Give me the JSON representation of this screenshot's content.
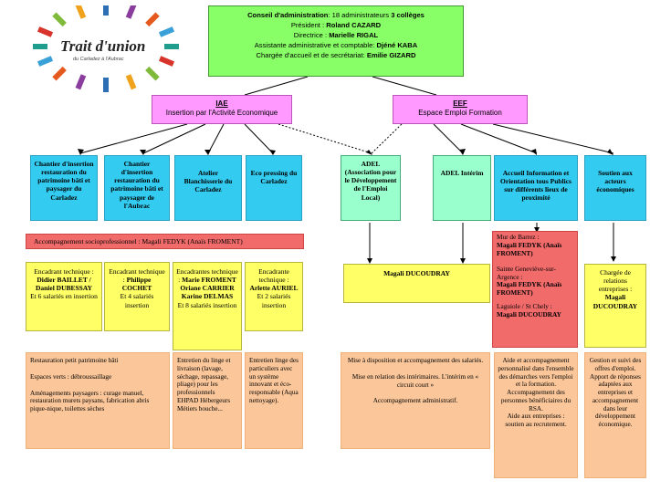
{
  "logo": {
    "title": "Trait d'union",
    "subtitle": "du Carladez à l'Aubrac",
    "ray_colors": [
      "#1f9e8e",
      "#d9342b",
      "#7fba3a",
      "#f0a21c",
      "#2c6fb5",
      "#8a3d9c",
      "#e5591f",
      "#3aa0d8"
    ]
  },
  "board": {
    "line1_label": "Conseil d'administration",
    "line1_text": ": 18 administrateurs ",
    "line1_bold": "3 collèges",
    "president_label": "Président : ",
    "president": "Roland CAZARD",
    "directrice_label": "Directrice : ",
    "directrice": "Marielle RIGAL",
    "assistante_label": "Assistante administrative et comptable: ",
    "assistante": "Djéné KABA",
    "chargee_label": "Chargée d'accueil et de secrétariat: ",
    "chargee": "Emilie GIZARD"
  },
  "iae": {
    "title": "IAE",
    "subtitle": "Insertion par l'Activité Economique"
  },
  "eef": {
    "title": "EEF",
    "subtitle": "Espace Emploi Formation"
  },
  "units": [
    {
      "title": "Chantier d'insertion restauration du patrimoine bâti et paysager du Carladez"
    },
    {
      "title": "Chantier d'insertion restauration du patrimoine bâti et paysager de l'Aubrac"
    },
    {
      "title": "Atelier Blanchisserie du Carladez"
    },
    {
      "title": "Eco pressing du Carladez"
    },
    {
      "title": "ADEL (Association pour le Développement de l'Emploi Local)"
    },
    {
      "title": "ADEL Intérim"
    },
    {
      "title": "Accueil Information et Orientation tous Publics sur différents lieux de proximité"
    },
    {
      "title": "Soutien aux acteurs économiques"
    }
  ],
  "accompagnement": {
    "label": "Accompagnement socioprofessionnel : ",
    "name": "Magali FEDYK (Anaïs FROMENT)"
  },
  "staff": [
    {
      "role": "Encadrant technique : ",
      "name": "Didier BAILLET / Daniel DUBESSAY",
      "note": "Et 6 salariés en insertion"
    },
    {
      "role": "Encadrant technique : ",
      "name": "Philippe COCHET",
      "note": "Et 4 salariés insertion"
    },
    {
      "role": "Encadrantes technique : ",
      "name": "Marie FROMENT Oriane CARRIER Karine DELMAS",
      "note": "Et 8 salariés insertion"
    },
    {
      "role": "Encadrante technique : ",
      "name": "Arlette AURIEL",
      "note": "Et 2 salariés insertion"
    }
  ],
  "adel_staff": "Magali DUCOUDRAY",
  "places": [
    {
      "place": "Mur de Barrez :",
      "name": "Magali FEDYK (Anaïs FROMENT)"
    },
    {
      "place": "Sainte Geneviève-sur-Argence :",
      "name": "Magali FEDYK (Anaïs FROMENT)"
    },
    {
      "place": "Laguiole / St Chely :",
      "name": "Magali DUCOUDRAY"
    }
  ],
  "soutien_staff": {
    "role": "Chargée de relations entreprises : ",
    "name": "Magali DUCOUDRAY"
  },
  "descriptions": {
    "restauration": {
      "p1": "Restauration petit patrimoine bâti",
      "p2": "Espaces verts : débroussaillage",
      "p3": "Aménagements paysagers : curage manuel, restauration murets paysans, fabrication abris pique-nique, toilettes sèches"
    },
    "linge": "Entretien du linge et livraison (lavage, séchage, repassage, pliage) pour les professionnels EHPAD Hébergeurs Métiers bouche...",
    "pressing": "Entretien linge des particuliers avec un système innovant et éco-responsable (Aqua nettoyage).",
    "adel": {
      "p1": "Mise à disposition et accompagnement des salariés.",
      "p2": "Mise en relation des intérimaires. L'intérim en « circuit court »",
      "p3": "Accompagnement administratif."
    },
    "accueil": {
      "p1": "Aide et accompagnement personnalisé dans l'ensemble des démarches vers l'emploi et la formation.",
      "p2": "Accompagnement des personnes bénéficiaires du RSA.",
      "p3": "Aide aux entreprises : soutien au recrutement."
    },
    "soutien": "Gestion et suivi des offres d'emploi. Apport de réponses adaptées aux entreprises et accompagnement dans leur développement économique."
  }
}
